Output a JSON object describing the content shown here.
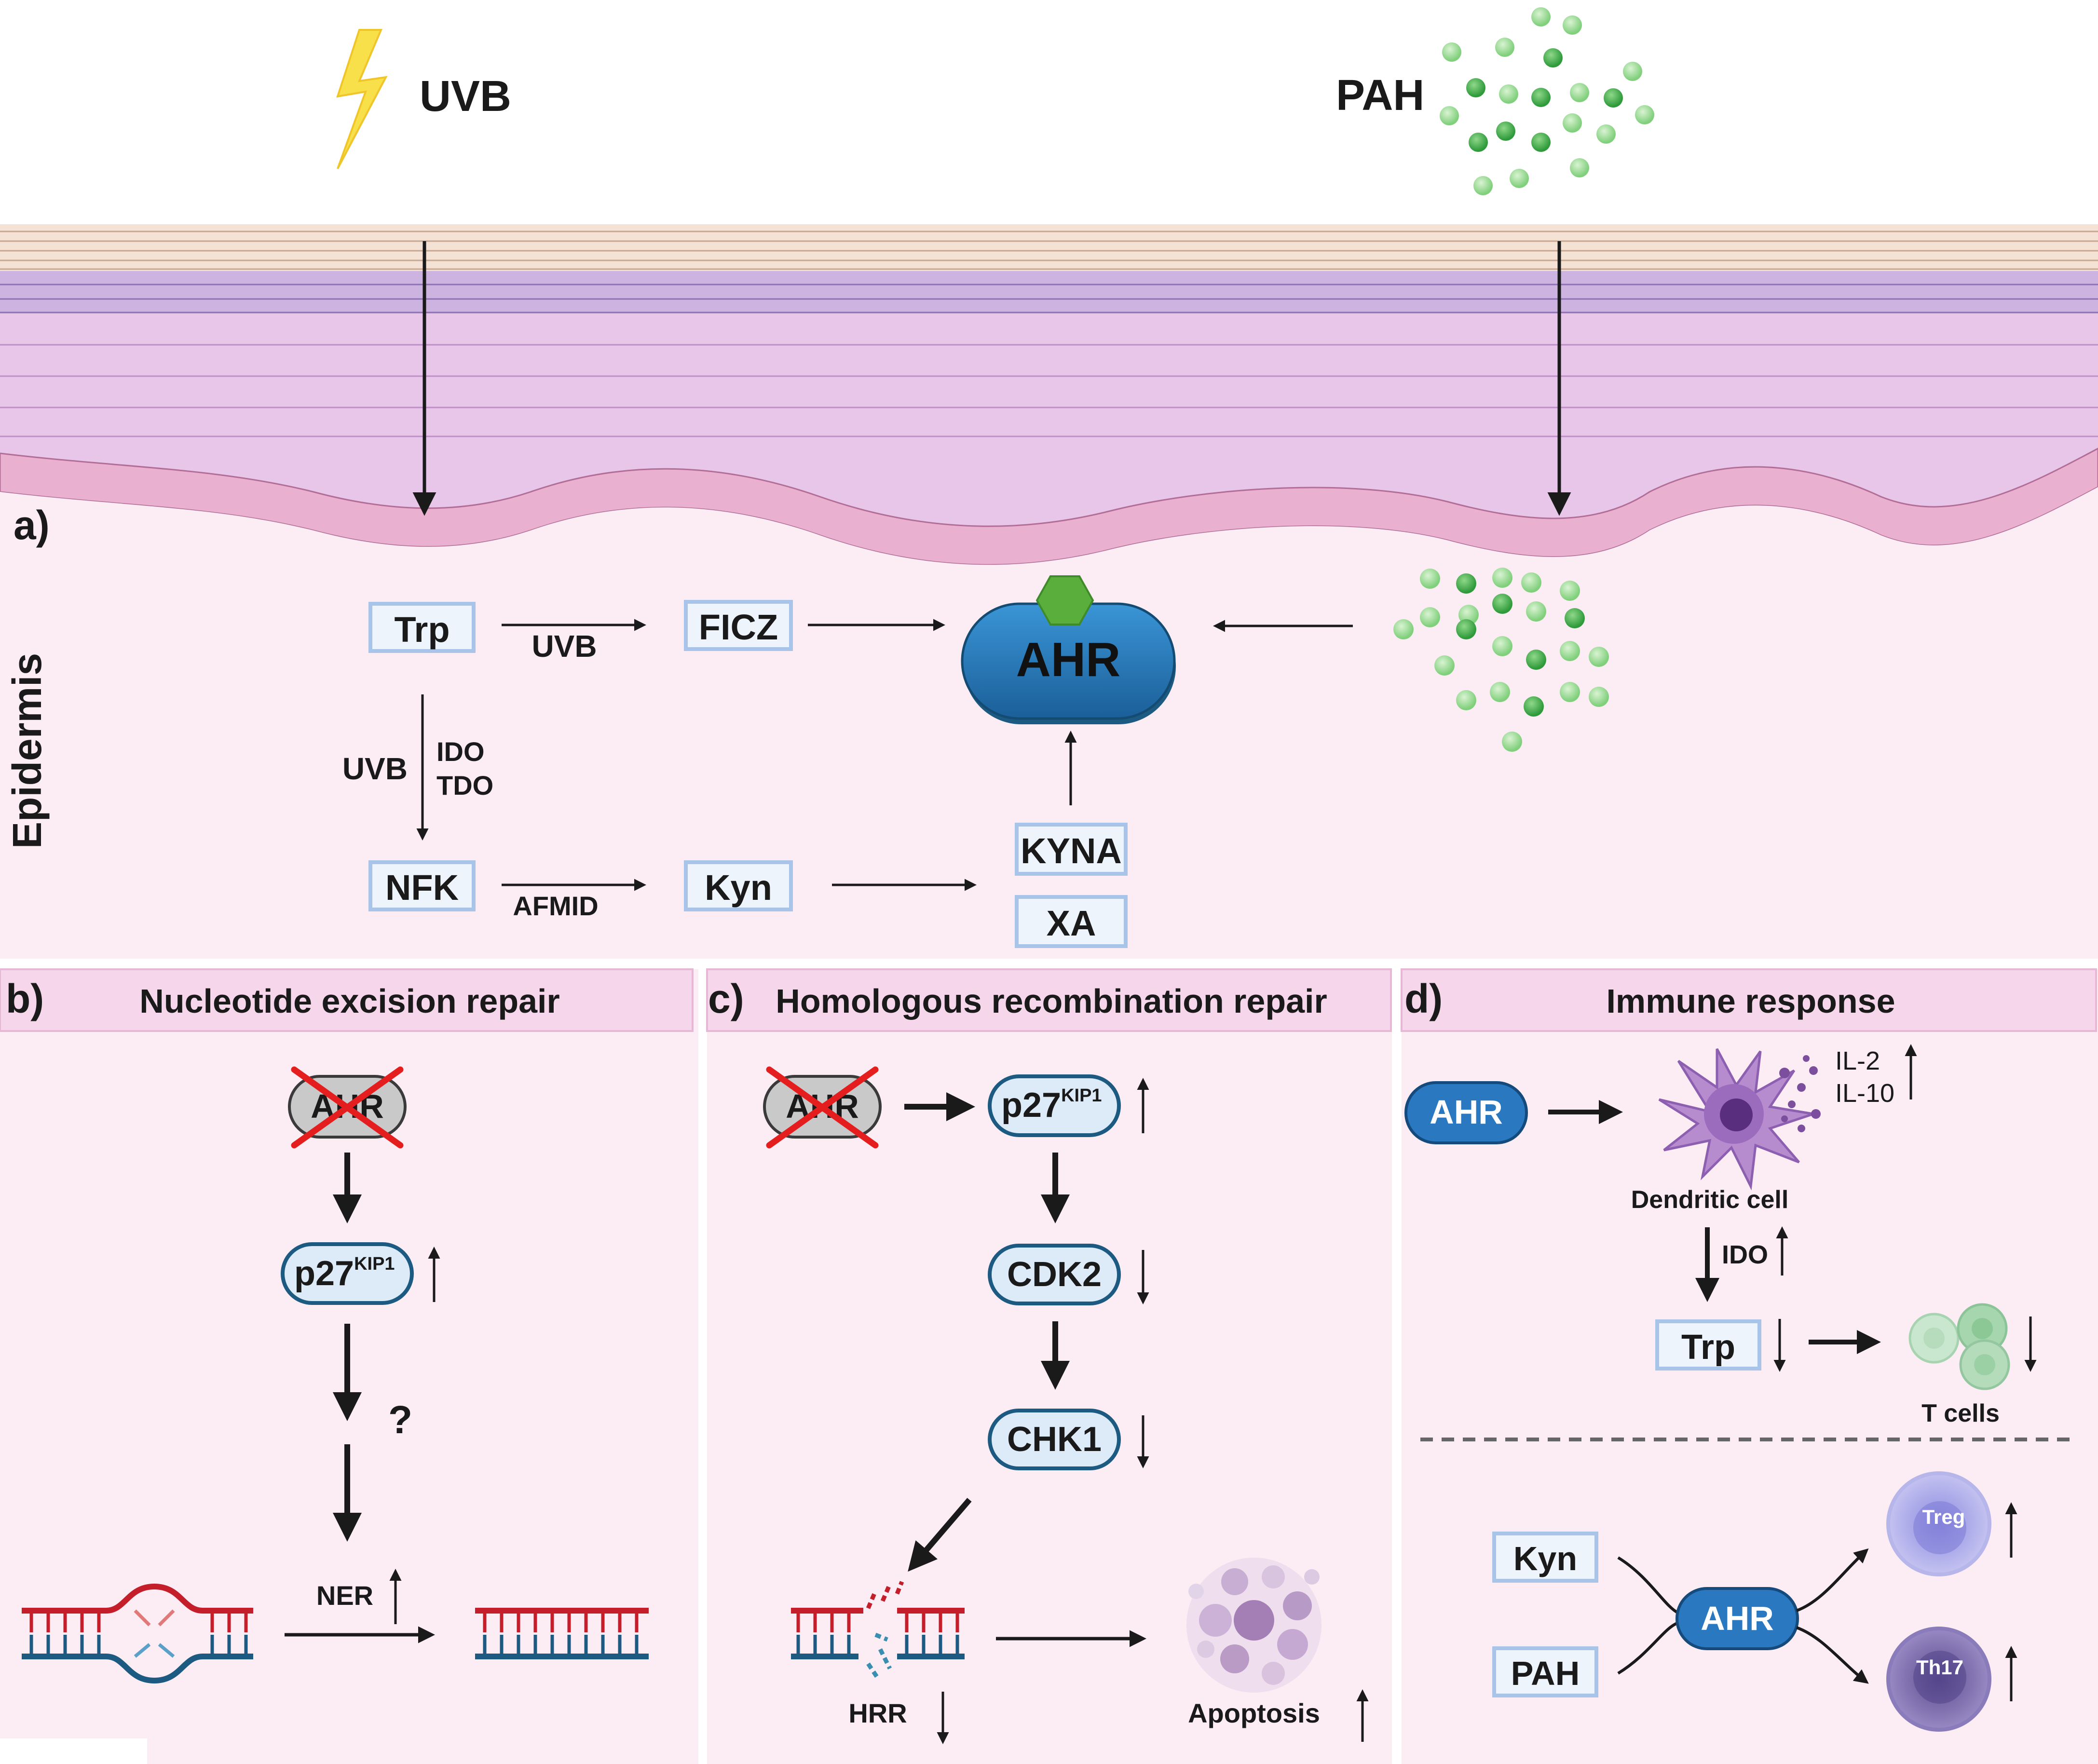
{
  "top": {
    "uvb_label": "UVB",
    "pah_label": "PAH"
  },
  "panel_a": {
    "letter": "a)",
    "side_label": "Epidermis",
    "trp": "Trp",
    "uvb_edge": "UVB",
    "ficz": "FICZ",
    "ahr": "AHR",
    "uvb_side": "UVB",
    "ido": "IDO",
    "tdo": "TDO",
    "nfk": "NFK",
    "afmid": "AFMID",
    "kyn": "Kyn",
    "kyna": "KYNA",
    "xa": "XA"
  },
  "panel_b": {
    "letter": "b)",
    "title": "Nucleotide excision repair",
    "ahr_crossed": "AHR",
    "p27": "p27",
    "p27_sup": "KIP1",
    "question": "?",
    "ner": "NER"
  },
  "panel_c": {
    "letter": "c)",
    "title": "Homologous recombination repair",
    "ahr_crossed": "AHR",
    "p27": "p27",
    "p27_sup": "KIP1",
    "cdk2": "CDK2",
    "chk1": "CHK1",
    "hrr": "HRR",
    "apoptosis": "Apoptosis"
  },
  "panel_d": {
    "letter": "d)",
    "title": "Immune response",
    "ahr": "AHR",
    "il2": "IL-2",
    "il10": "IL-10",
    "dendritic": "Dendritic cell",
    "ido": "IDO",
    "trp": "Trp",
    "tcells": "T cells",
    "kyn": "Kyn",
    "pah": "PAH",
    "ahr2": "AHR",
    "treg": "Treg",
    "th17": "Th17"
  },
  "colors": {
    "pink_bg": "#fcecf4",
    "header_bg": "#f6d6ea",
    "node_blue": "#2a78c0",
    "box_border": "#a8c4e8",
    "pill_border": "#1d5a82",
    "red_cross": "#e41e1e",
    "uv_yellow": "#f8e04a",
    "pah_green": "#6cc26a"
  }
}
